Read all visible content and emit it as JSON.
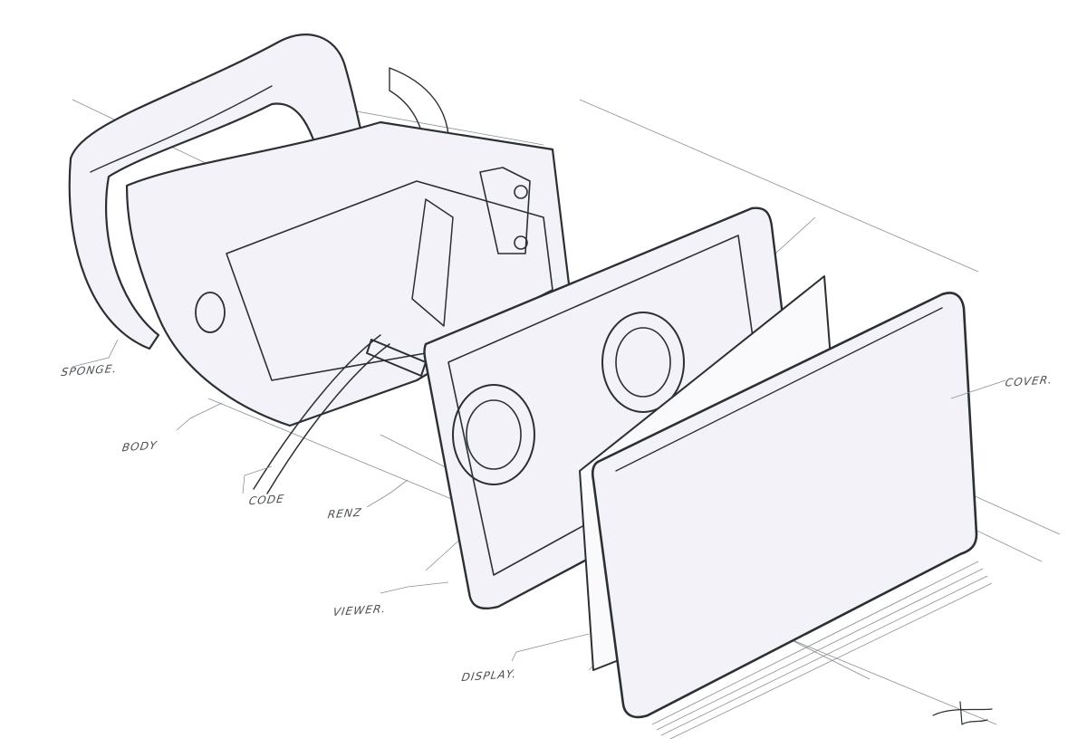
{
  "drawing": {
    "labels": {
      "sponge": "SPONGE.",
      "body": "BODY",
      "code": "CODE",
      "lens": "RENZ",
      "viewer": "VIEWER.",
      "display": "DISPLAY.",
      "cover": "COVER."
    },
    "colors": {
      "ink": "#2b3033",
      "construction": "#8a8f93",
      "paper": "#ffffff"
    }
  }
}
